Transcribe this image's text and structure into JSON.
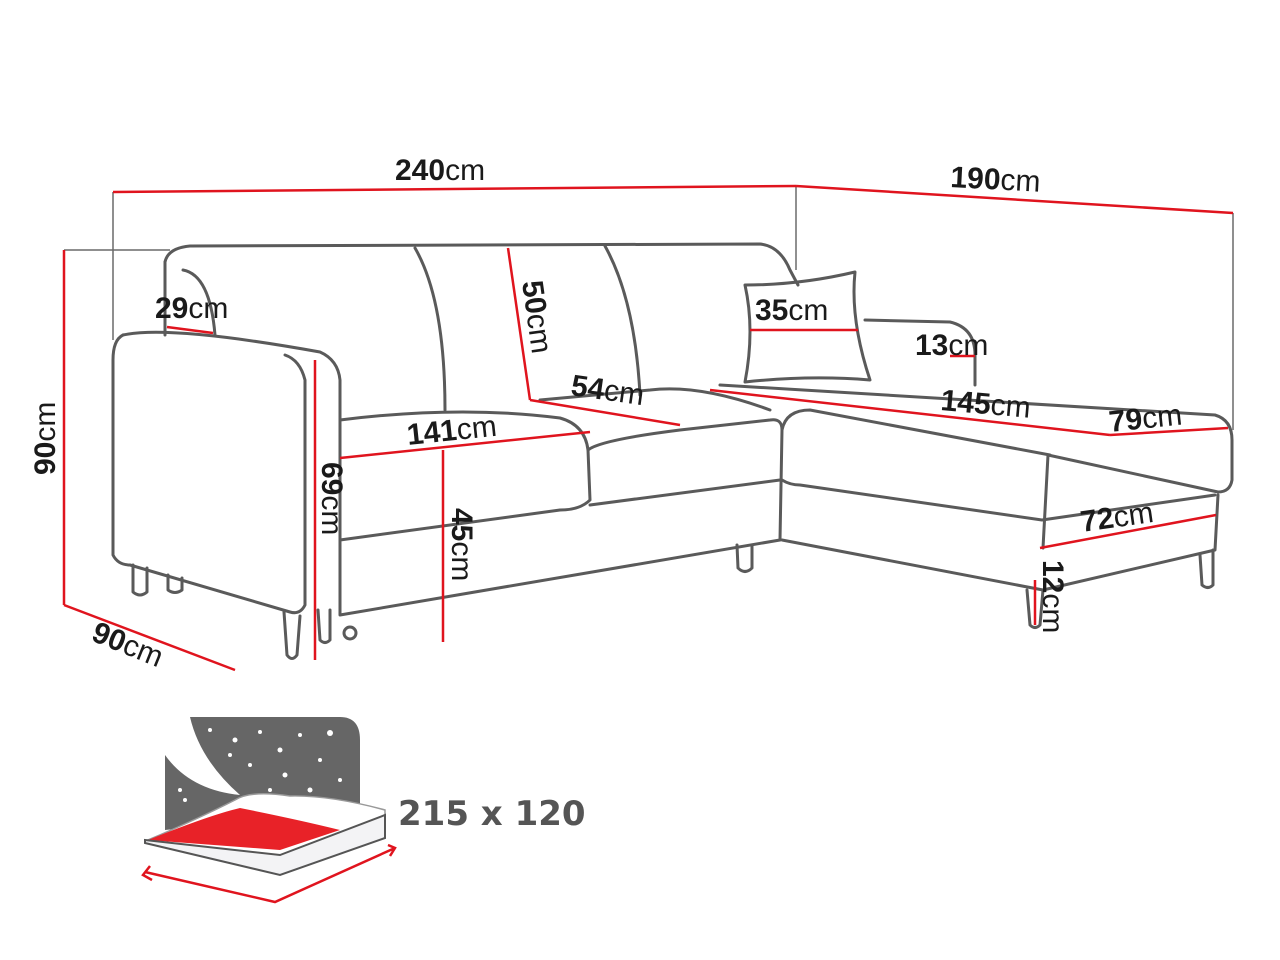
{
  "diagram": {
    "unit": "cm",
    "dimensions": {
      "total_width": {
        "value": "240",
        "unit": "cm"
      },
      "chaise_length": {
        "value": "190",
        "unit": "cm"
      },
      "height": {
        "value": "90",
        "unit": "cm"
      },
      "depth": {
        "value": "90",
        "unit": "cm"
      },
      "armrest_width": {
        "value": "29",
        "unit": "cm"
      },
      "backrest_height": {
        "value": "50",
        "unit": "cm"
      },
      "cushion": {
        "value": "35",
        "unit": "cm"
      },
      "chaise_arm": {
        "value": "13",
        "unit": "cm"
      },
      "seat_depth": {
        "value": "54",
        "unit": "cm"
      },
      "chaise_seat_length": {
        "value": "145",
        "unit": "cm"
      },
      "chaise_width": {
        "value": "79",
        "unit": "cm"
      },
      "seat_width": {
        "value": "141",
        "unit": "cm"
      },
      "arm_height": {
        "value": "69",
        "unit": "cm"
      },
      "seat_height": {
        "value": "45",
        "unit": "cm"
      },
      "chaise_front_width": {
        "value": "72",
        "unit": "cm"
      },
      "leg_height": {
        "value": "12",
        "unit": "cm"
      }
    },
    "bed": {
      "icon": "bed-night-icon",
      "size": "215 x 120"
    },
    "colors": {
      "accent": "#e0141e",
      "outline": "#5a5a5a",
      "bed_bg": "#666666"
    }
  }
}
